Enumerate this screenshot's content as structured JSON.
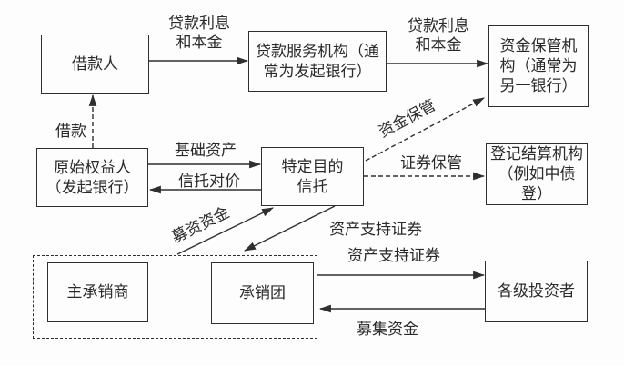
{
  "colors": {
    "background": "#fdfdfd",
    "line": "#2f2f2f",
    "text": "#2a2a2a"
  },
  "diagram": {
    "nodes": {
      "borrower": {
        "label": "借款人"
      },
      "loan_servicer": {
        "label": "贷款服务机构（通\n常为发起银行）"
      },
      "fund_custodian": {
        "label": "资金保管机\n构（通常为\n另一银行）"
      },
      "originator": {
        "label": "原始权益人\n（发起银行）"
      },
      "spt": {
        "label": "特定目的\n信托"
      },
      "registrar": {
        "label": "登记结算机构\n（例如中债登）"
      },
      "lead_underwriter": {
        "label": "主承销商"
      },
      "syndicate": {
        "label": "承销团"
      },
      "investors": {
        "label": "各级投资者"
      }
    },
    "flows": {
      "loan_interest_top": {
        "label": "贷款利息\n和本金",
        "from": "借款人",
        "to": "贷款服务机构（通常为发起银行）",
        "style": "solid"
      },
      "loan_interest_right": {
        "label": "贷款利息\n和本金",
        "from": "贷款服务机构（通常为发起银行）",
        "to": "资金保管机构（通常为另一银行）",
        "style": "solid"
      },
      "loan": {
        "label": "借款",
        "from": "原始权益人（发起银行）",
        "to": "借款人",
        "style": "dashed"
      },
      "underlying_assets": {
        "label": "基础资产",
        "from": "原始权益人（发起银行）",
        "to": "特定目的信托",
        "style": "solid"
      },
      "trust_consideration": {
        "label": "信托对价",
        "from": "特定目的信托",
        "to": "原始权益人（发起银行）",
        "style": "solid"
      },
      "fund_custody": {
        "label": "资金保管",
        "from": "特定目的信托",
        "to": "资金保管机构（通常为另一银行）",
        "style": "dashed"
      },
      "securities_custody": {
        "label": "证券保管",
        "from": "特定目的信托",
        "to": "登记结算机构（例如中债登）",
        "style": "dashed"
      },
      "raised_funds_to_trust": {
        "label": "募资资金",
        "from": "承销团",
        "to": "特定目的信托",
        "style": "solid"
      },
      "abs_to_syndicate": {
        "label": "资产支持证券",
        "from": "特定目的信托",
        "to": "承销团",
        "style": "solid"
      },
      "abs_to_investors": {
        "label": "资产支持证券",
        "from": "承销团",
        "to": "各级投资者",
        "style": "solid"
      },
      "raised_funds_from_investors": {
        "label": "募集资金",
        "from": "各级投资者",
        "to": "承销团",
        "style": "solid"
      }
    },
    "groups": {
      "underwriting_group": {
        "members": [
          "主承销商",
          "承销团"
        ],
        "style": "dashed"
      }
    }
  }
}
